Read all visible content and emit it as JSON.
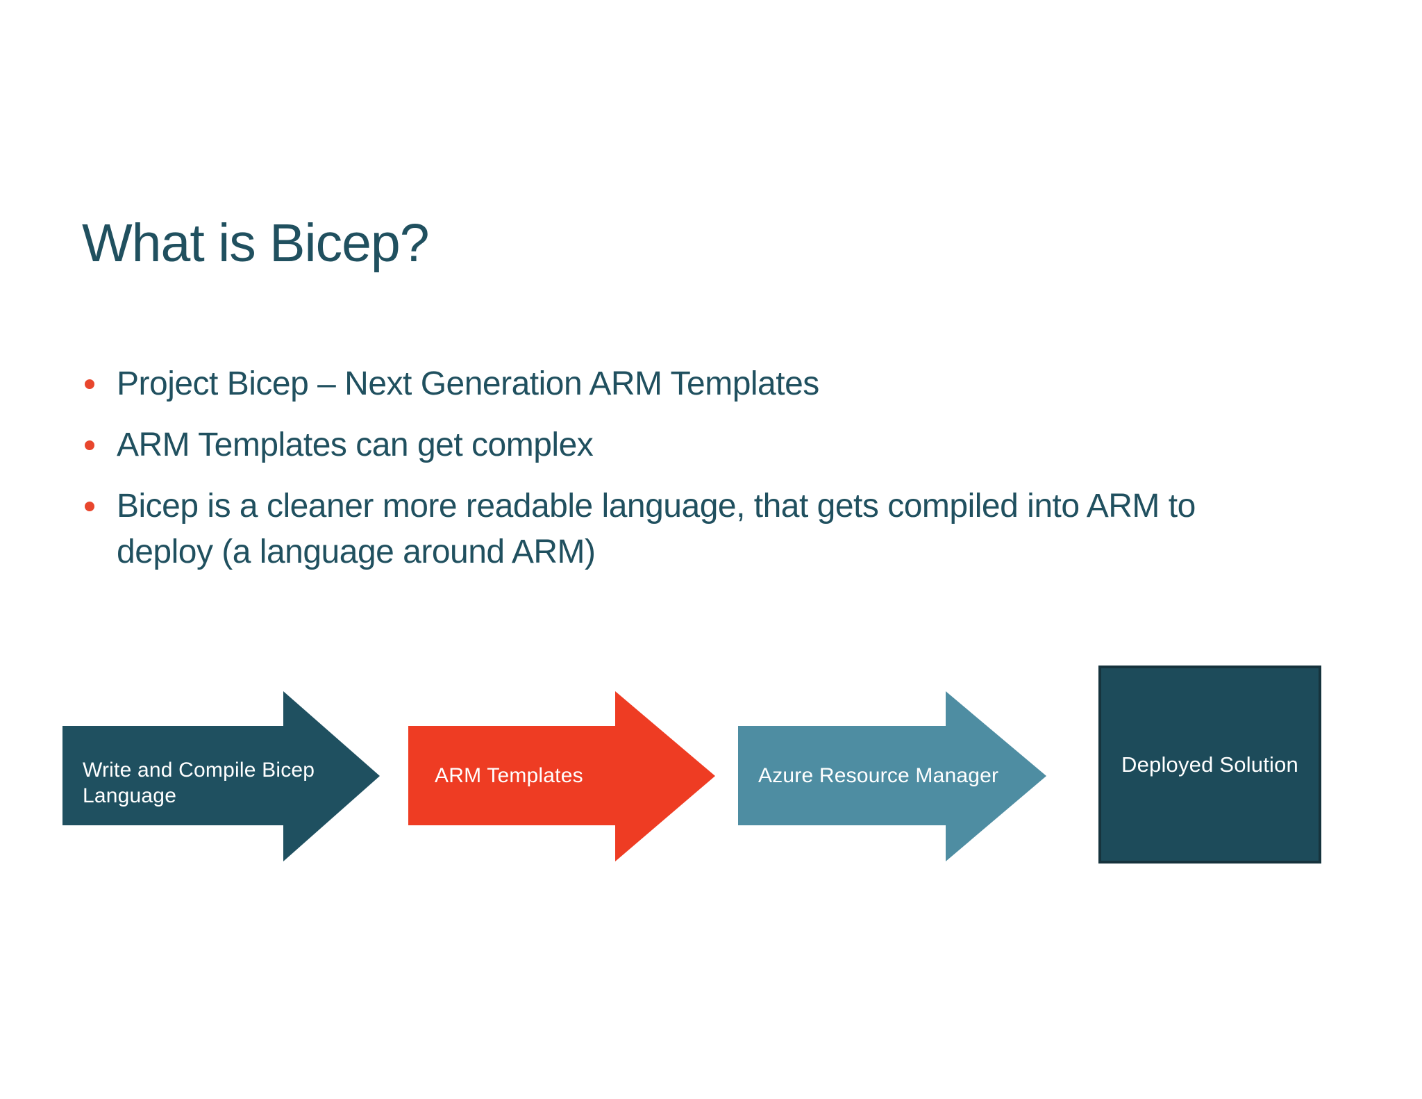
{
  "slide": {
    "title": "What is Bicep?",
    "bullets": [
      {
        "lines": [
          "Project Bicep – Next Generation ARM Templates",
          ""
        ]
      },
      {
        "lines": [
          "ARM Templates can get complex",
          ""
        ]
      },
      {
        "lines": [
          "Bicep is a cleaner more readable language, that gets compiled into ARM to",
          "deploy (a language around ARM)"
        ]
      }
    ],
    "colors": {
      "background": "#ffffff",
      "title_text": "#20505f",
      "body_text": "#20505f",
      "bullet_marker": "#e8462d",
      "shape_label_text": "#ffffff"
    },
    "diagram": {
      "steps": [
        {
          "shape": "arrow",
          "label": "Write and Compile Bicep Language",
          "fill": "#1f5060"
        },
        {
          "shape": "arrow",
          "label": "ARM Templates",
          "fill": "#ee3c23"
        },
        {
          "shape": "arrow",
          "label": "Azure Resource Manager",
          "fill": "#4e8da2"
        },
        {
          "shape": "box",
          "label": "Deployed Solution",
          "fill": "#1d4b5a",
          "border": "#16333d"
        }
      ]
    }
  }
}
